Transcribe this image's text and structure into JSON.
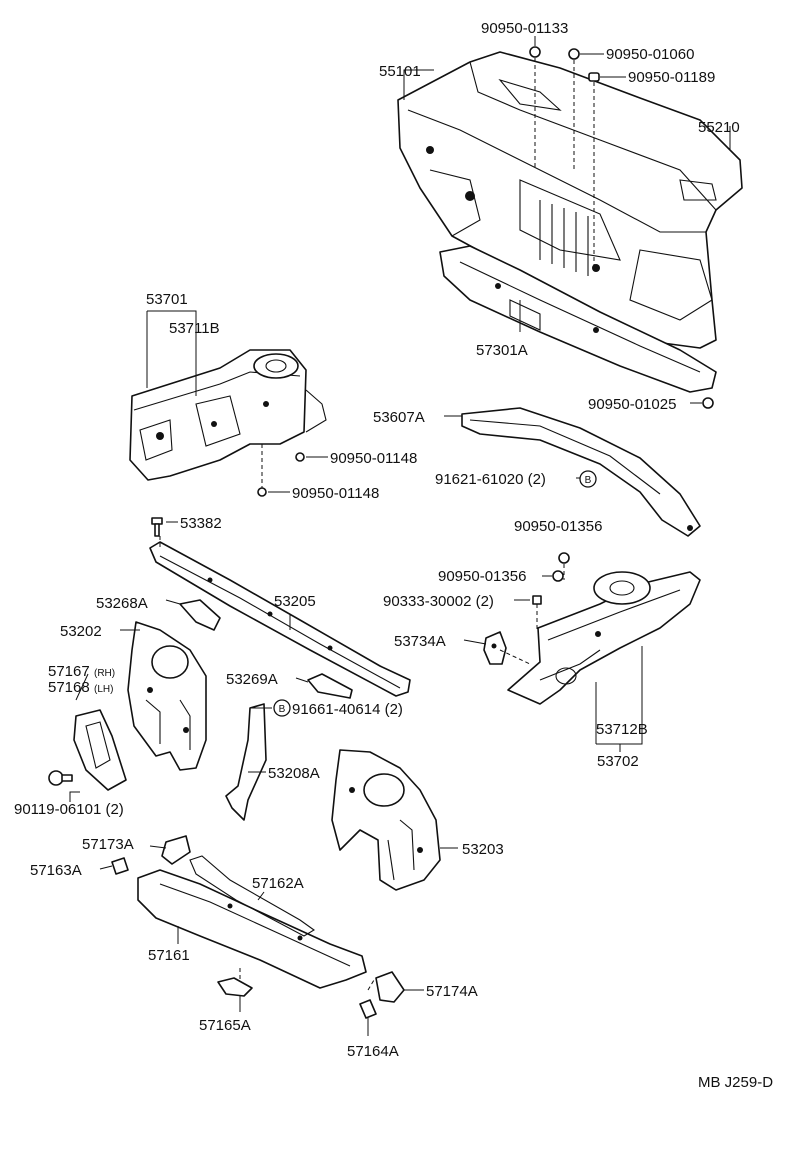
{
  "diagram_code": "MB J259-D",
  "labels": {
    "p90950_01133": "90950-01133",
    "p90950_01060": "90950-01060",
    "p90950_01189": "90950-01189",
    "p55101": "55101",
    "p55210": "55210",
    "p57301A": "57301A",
    "p90950_01025": "90950-01025",
    "p53701": "53701",
    "p53711B": "53711B",
    "p90950_01148_a": "90950-01148",
    "p90950_01148_b": "90950-01148",
    "p53607A": "53607A",
    "p91621_61020": "91621-61020 (2)",
    "p53382": "53382",
    "p90950_01356_a": "90950-01356",
    "p90950_01356_b": "90950-01356",
    "p90333_30002": "90333-30002 (2)",
    "p53268A": "53268A",
    "p53205": "53205",
    "p53202": "53202",
    "p53734A": "53734A",
    "p57167": "57167",
    "p57167_side": "(RH)",
    "p57168": "57168",
    "p57168_side": "(LH)",
    "p53269A": "53269A",
    "p91661_40614": "91661-40614 (2)",
    "p53712B": "53712B",
    "p53702": "53702",
    "p53208A": "53208A",
    "p90119_06101": "90119-06101 (2)",
    "p57173A": "57173A",
    "p53203": "53203",
    "p57163A": "57163A",
    "p57162A": "57162A",
    "p57161": "57161",
    "p57174A": "57174A",
    "p57165A": "57165A",
    "p57164A": "57164A",
    "marker_b1": "B",
    "marker_b2": "B"
  }
}
